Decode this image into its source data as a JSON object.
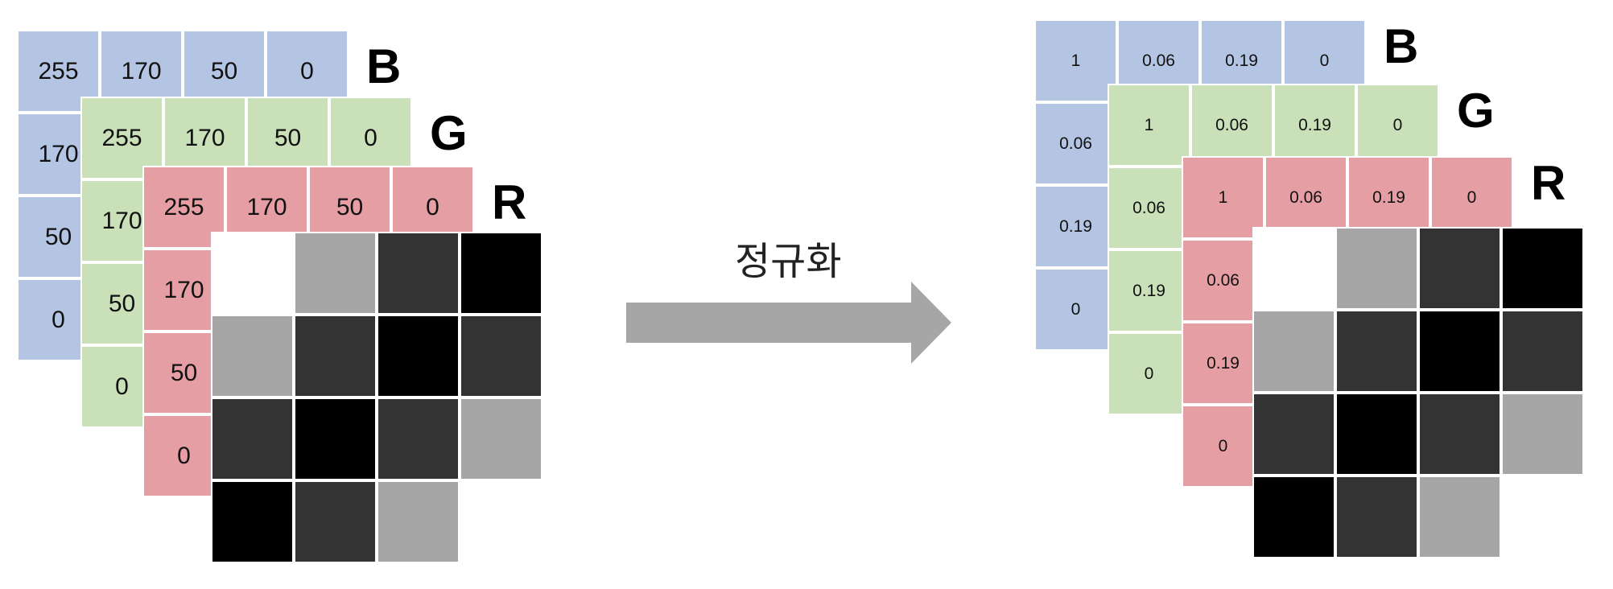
{
  "colors": {
    "blue_channel": "#b4c5e4",
    "green_channel": "#c9e0b9",
    "red_channel": "#e69ea5",
    "white": "#ffffff",
    "light_gray": "#a6a6a6",
    "dark_gray": "#333333",
    "black": "#000000",
    "arrow": "#a6a6a6"
  },
  "arrow_label": "정규화",
  "left_panel": {
    "channels": {
      "B": {
        "label": "B",
        "top_values": [
          "255",
          "170",
          "50",
          "0"
        ],
        "side_values": [
          "170",
          "50",
          "0"
        ]
      },
      "G": {
        "label": "G",
        "top_values": [
          "255",
          "170",
          "50",
          "0"
        ],
        "side_values": [
          "170",
          "50",
          "0"
        ]
      },
      "R": {
        "label": "R",
        "top_values": [
          "255",
          "170",
          "50",
          "0"
        ],
        "side_values": [
          "170",
          "50",
          "0"
        ]
      }
    }
  },
  "right_panel": {
    "channels": {
      "B": {
        "label": "B",
        "top_values": [
          "1",
          "0.06",
          "0.19",
          "0"
        ],
        "side_values": [
          "0.06",
          "0.19",
          "0"
        ]
      },
      "G": {
        "label": "G",
        "top_values": [
          "1",
          "0.06",
          "0.19",
          "0"
        ],
        "side_values": [
          "0.06",
          "0.19",
          "0"
        ]
      },
      "R": {
        "label": "R",
        "top_values": [
          "1",
          "0.06",
          "0.19",
          "0"
        ],
        "side_values": [
          "0.06",
          "0.19",
          "0"
        ]
      }
    }
  },
  "pixel_grid": [
    [
      "white",
      "light_gray",
      "dark_gray",
      "black"
    ],
    [
      "light_gray",
      "dark_gray",
      "black",
      "dark_gray"
    ],
    [
      "dark_gray",
      "black",
      "dark_gray",
      "light_gray"
    ],
    [
      "black",
      "dark_gray",
      "light_gray",
      null
    ]
  ]
}
